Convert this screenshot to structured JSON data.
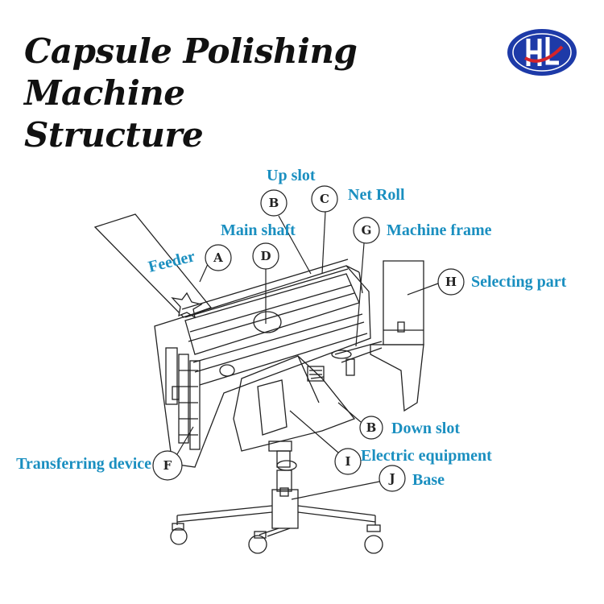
{
  "title": {
    "line1": "Capsule Polishing Machine",
    "line2": "Structure"
  },
  "logo": {
    "icon": "hl-logo-icon",
    "text": "HL"
  },
  "colors": {
    "label": "#1a8fc0",
    "title": "#111111",
    "line": "#222222",
    "logo_blue": "#1d3aa8",
    "logo_red": "#d4242a"
  },
  "callouts": [
    {
      "id": "up-slot",
      "letter": "B",
      "label": "Up slot"
    },
    {
      "id": "net-roll",
      "letter": "C",
      "label": "Net Roll"
    },
    {
      "id": "main-shaft",
      "letter": "D",
      "label": "Main shaft"
    },
    {
      "id": "machine-frame",
      "letter": "G",
      "label": "Machine frame"
    },
    {
      "id": "feeder",
      "letter": "A",
      "label": "Feeder"
    },
    {
      "id": "selecting-part",
      "letter": "H",
      "label": "Selecting part"
    },
    {
      "id": "down-slot",
      "letter": "B",
      "label": "Down slot"
    },
    {
      "id": "electric-equipment",
      "letter": "I",
      "label": "Electric equipment"
    },
    {
      "id": "transferring-device",
      "letter": "F",
      "label": "Transferring device"
    },
    {
      "id": "base",
      "letter": "J",
      "label": "Base"
    }
  ]
}
